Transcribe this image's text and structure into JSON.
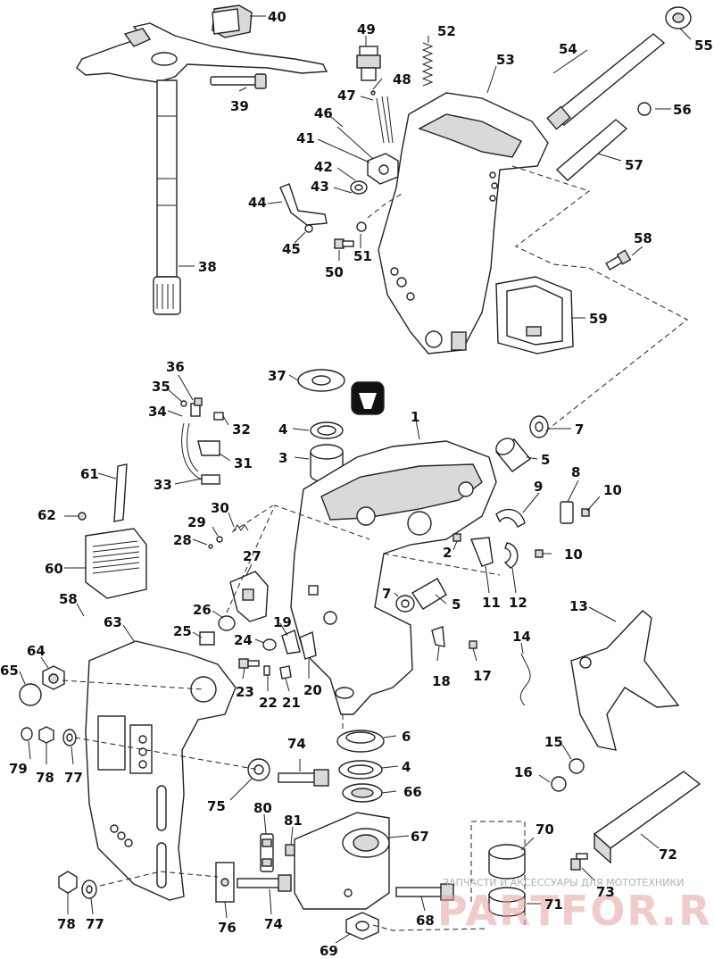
{
  "labels": [
    "40",
    "49",
    "52",
    "53",
    "54",
    "55",
    "39",
    "48",
    "47",
    "56",
    "46",
    "57",
    "41",
    "42",
    "43",
    "44",
    "45",
    "50",
    "51",
    "38",
    "58",
    "59",
    "36",
    "37",
    "35",
    "34",
    "32",
    "4",
    "1",
    "7",
    "31",
    "3",
    "5",
    "61",
    "33",
    "8",
    "9",
    "10",
    "62",
    "30",
    "29",
    "28",
    "60",
    "27",
    "2",
    "11",
    "12",
    "58",
    "26",
    "7",
    "5",
    "13",
    "63",
    "19",
    "25",
    "24",
    "18",
    "17",
    "14",
    "64",
    "65",
    "23",
    "20",
    "22",
    "21",
    "6",
    "79",
    "78",
    "77",
    "15",
    "74",
    "4",
    "75",
    "66",
    "16",
    "80",
    "81",
    "67",
    "70",
    "72",
    "73",
    "78",
    "77",
    "76",
    "74",
    "68",
    "71",
    "69"
  ],
  "watermark": {
    "top": "ЗАПЧАСТИ И АКСЕССУАРЫ ДЛЯ МОТОТЕХНИКИ",
    "logo": "PARTFOR.RU"
  }
}
